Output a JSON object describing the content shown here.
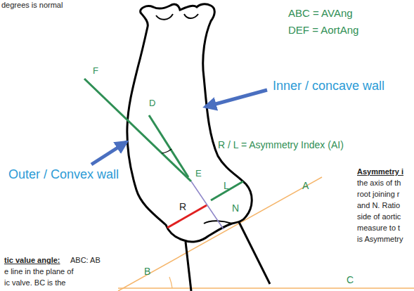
{
  "diagram": {
    "labels": [
      "degrees is normal",
      "ABC = AVAng",
      "DEF = AortAng",
      "Inner / concave wall",
      "Outer / Convex wall",
      "R / L = Asymmetry Index (AI)",
      "F",
      "D",
      "E",
      "L",
      "R",
      "N",
      "A",
      "B",
      "C",
      "Asymmetry i",
      "the axis of th",
      "root joining r",
      "and N. Ratio",
      "side of aortic",
      "measure to t",
      "is Asymmetry",
      "tic value angle:",
      "ABC: AB",
      "e line in the plane of",
      "ic valve. BC is the"
    ]
  }
}
